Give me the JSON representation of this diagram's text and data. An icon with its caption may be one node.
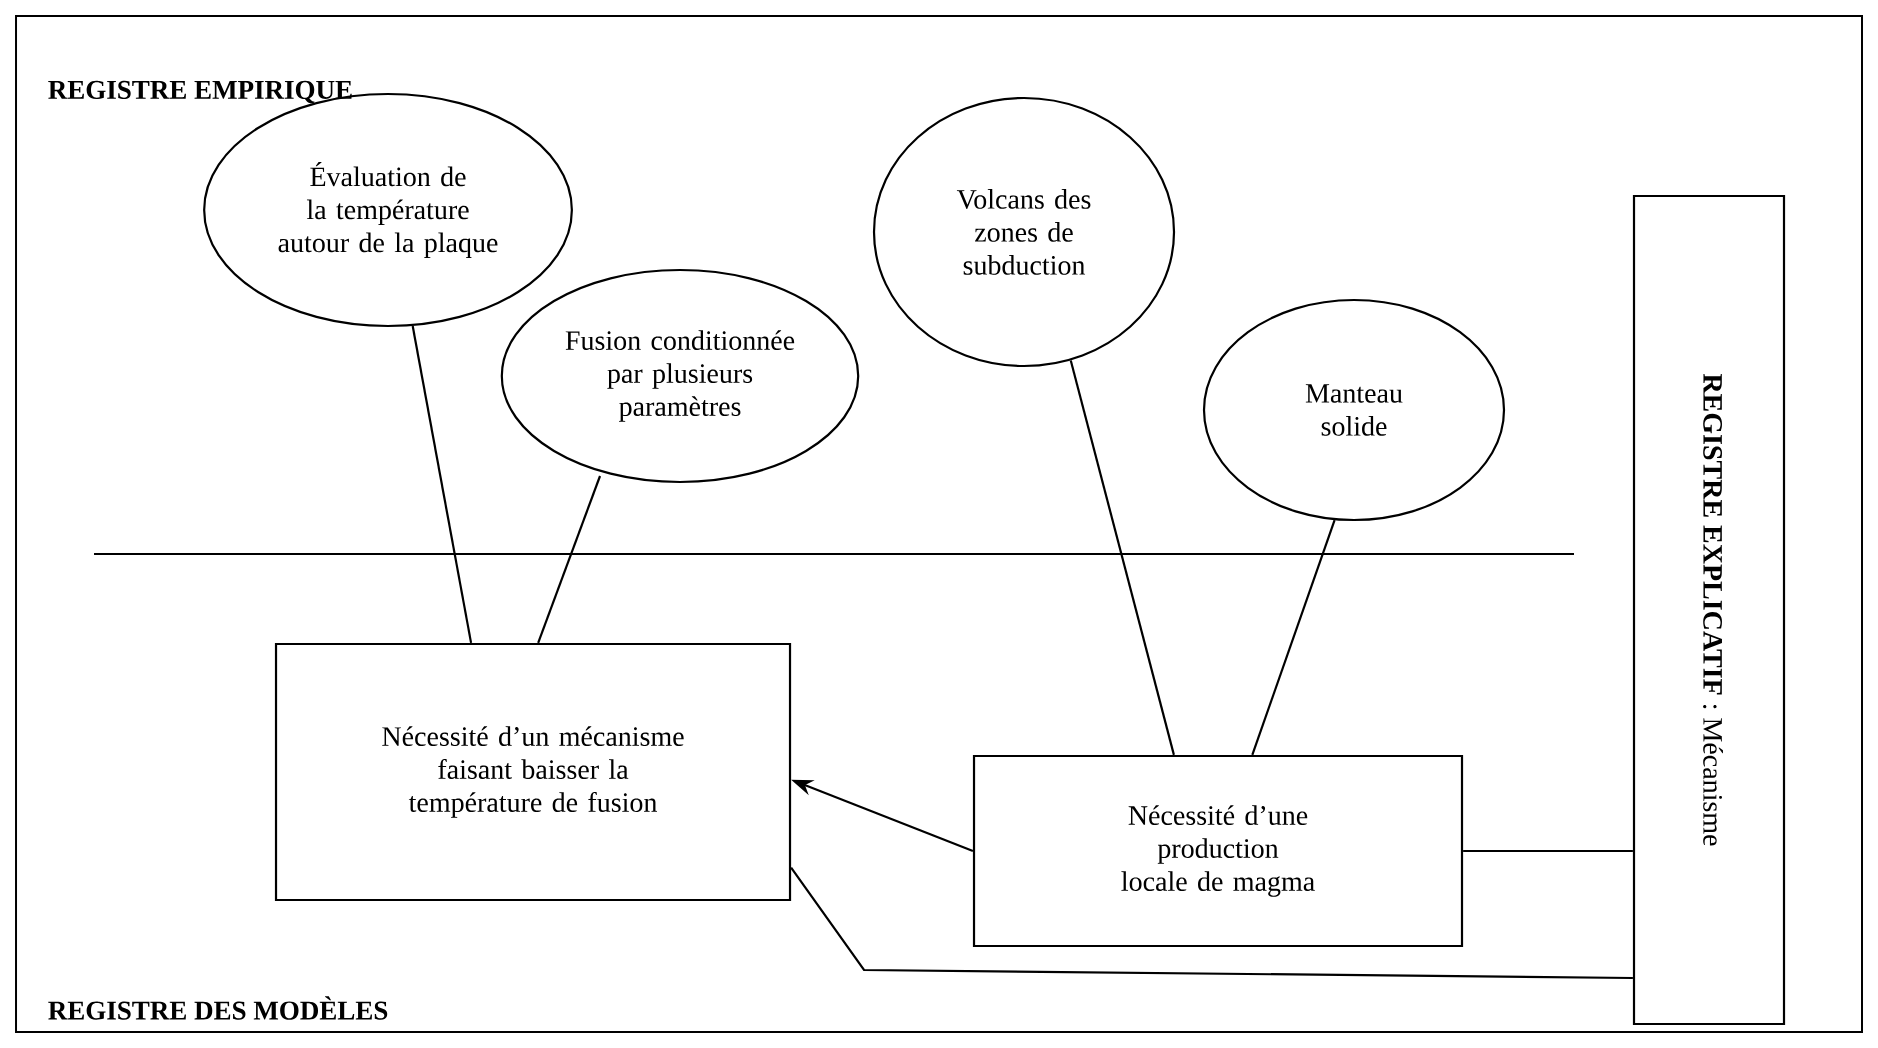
{
  "diagram": {
    "nodes": [
      {
        "text": [
          "Évaluation de la température autour de la plaque"
        ]
      },
      {
        "text": [
          "Fusion conditionnée par plusieurs paramètres"
        ]
      },
      {
        "text": [
          "Volcans des zones de subduction"
        ]
      },
      {
        "text": [
          "Manteau solide"
        ]
      },
      {
        "text": [
          "Nécessité d’un mécanisme faisant baisser la température de fusion"
        ]
      },
      {
        "text": [
          "Nécessité d’une production locale de magma"
        ]
      },
      {
        "text": [
          "**REGISTRE EXPLICATIF** : Mécanisme"
        ]
      }
    ],
    "edges": [
      {
        "from": 0,
        "to": 4,
        "arrow": "none"
      },
      {
        "from": 1,
        "to": 4,
        "arrow": "none"
      },
      {
        "from": 2,
        "to": 5,
        "arrow": "none"
      },
      {
        "from": 3,
        "to": 5,
        "arrow": "none"
      },
      {
        "from": 5,
        "to": 4,
        "arrow": "to"
      },
      {
        "from": 4,
        "to": 6,
        "arrow": "none"
      },
      {
        "from": 5,
        "to": 6,
        "arrow": "none"
      }
    ],
    "labels": [
      "REGISTRE EMPIRIQUE",
      "REGISTRE DES MODÈLES"
    ]
  }
}
